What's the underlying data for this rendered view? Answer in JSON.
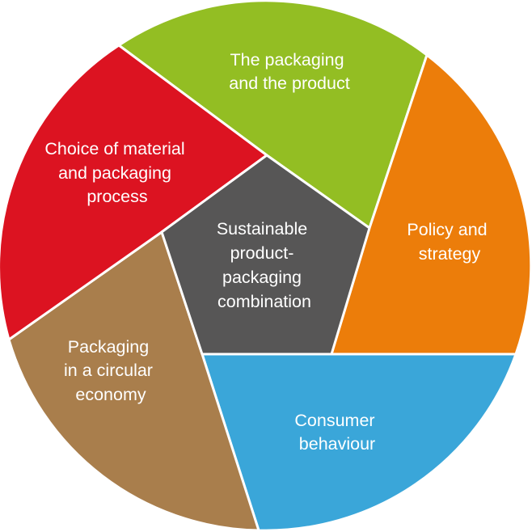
{
  "segments": [
    {
      "id": "packaging-product",
      "lines": [
        "The packaging",
        "and the product"
      ],
      "color": "#93be23"
    },
    {
      "id": "policy-strategy",
      "lines": [
        "Policy and",
        "strategy"
      ],
      "color": "#ec7d0a"
    },
    {
      "id": "consumer-behaviour",
      "lines": [
        "Consumer",
        "behaviour"
      ],
      "color": "#3aa6d9"
    },
    {
      "id": "circular-economy",
      "lines": [
        "Packaging",
        "in a circular",
        "economy"
      ],
      "color": "#a97e4c"
    },
    {
      "id": "material-process",
      "lines": [
        "Choice of material",
        "and packaging",
        "process"
      ],
      "color": "#dc1321"
    }
  ],
  "center": {
    "lines": [
      "Sustainable",
      "product-",
      "packaging",
      "combination"
    ],
    "color": "#575656"
  }
}
